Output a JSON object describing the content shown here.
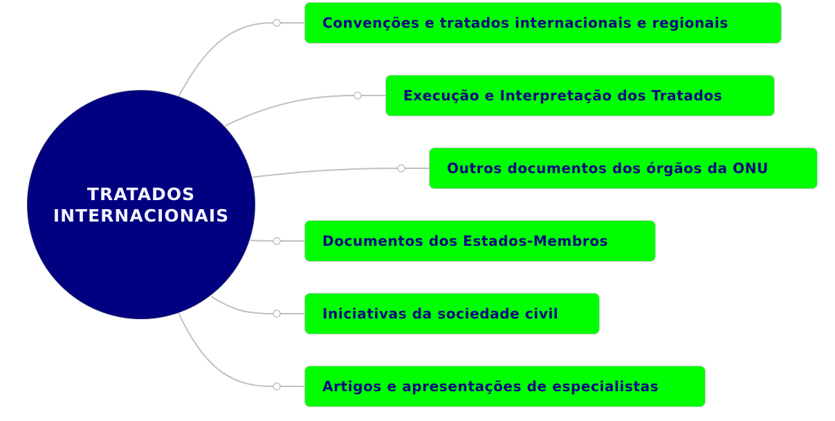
{
  "root": {
    "line1": "TRATADOS",
    "line2": "INTERNACIONAIS"
  },
  "topics": [
    {
      "label": "Convenções e tratados internacionais e regionais"
    },
    {
      "label": "Execução e Interpretação dos Tratados"
    },
    {
      "label": "Outros documentos dos órgãos da ONU"
    },
    {
      "label": "Documentos dos Estados-Membros"
    },
    {
      "label": "Iniciativas da sociedade civil"
    },
    {
      "label": "Artigos e apresentações de especialistas"
    }
  ],
  "colors": {
    "root": "#000080",
    "topic": "#00ff00",
    "text": "#0a0a80",
    "connector": "#c0c0c0"
  }
}
